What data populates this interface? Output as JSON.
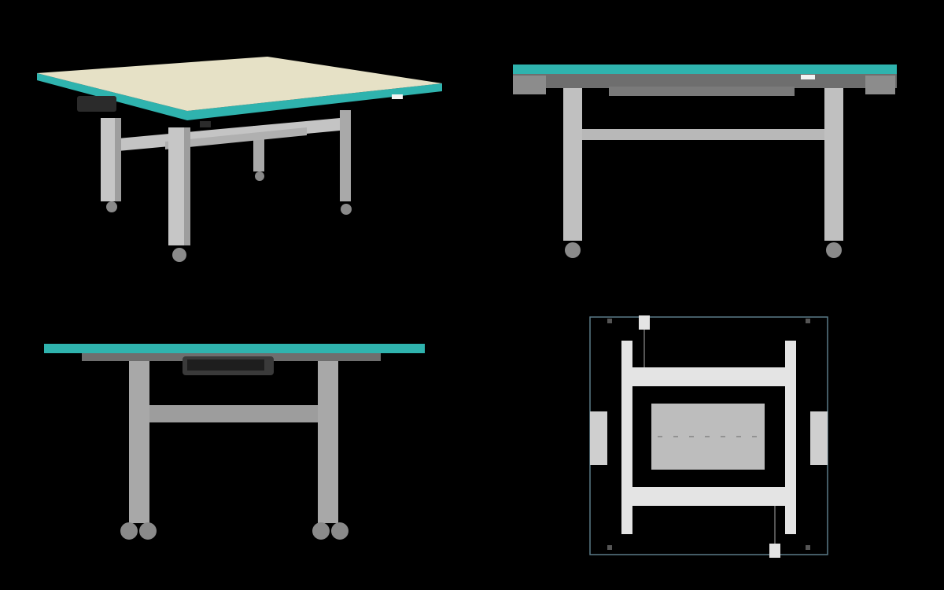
{
  "scene": {
    "background": "#000000",
    "views": [
      "isometric-view",
      "front-elevation-view",
      "side-elevation-view",
      "underside-plan-view"
    ]
  },
  "colors": {
    "tabletop_surface": "#e6e1c6",
    "tabletop_edge": "#2fb3ae",
    "frame": "#bcbcbc",
    "frame_dark": "#8f8f8f",
    "control_panel": "#2b2b2b",
    "plan_outline": "#5a7a88",
    "plan_frame": "#e4e4e4"
  }
}
